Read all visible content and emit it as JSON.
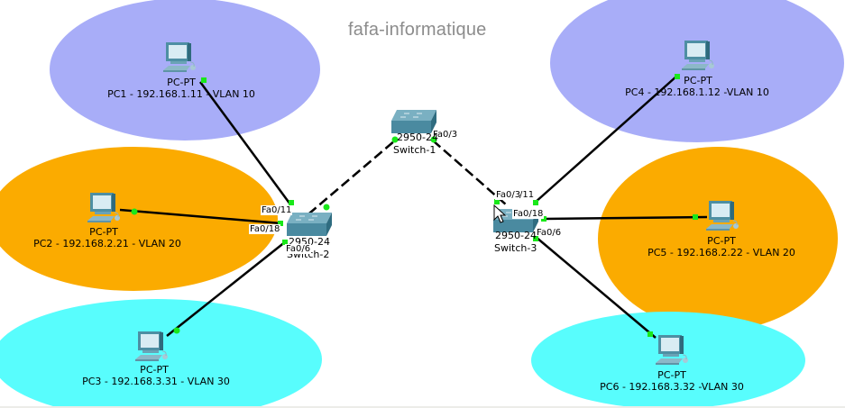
{
  "title": "fafa-informatique",
  "colors": {
    "vlan10": "#a8adf8",
    "vlan20": "#fbab00",
    "vlan30": "#58fdfd",
    "link": "#000000",
    "port_up": "#19e819"
  },
  "vlan_zones": [
    {
      "name": "VLAN 10 zone left",
      "vlan": "VLAN 10"
    },
    {
      "name": "VLAN 20 zone left",
      "vlan": "VLAN 20"
    },
    {
      "name": "VLAN 30 zone left",
      "vlan": "VLAN 30"
    },
    {
      "name": "VLAN 10 zone right",
      "vlan": "VLAN 10"
    },
    {
      "name": "VLAN 20 zone right",
      "vlan": "VLAN 20"
    },
    {
      "name": "VLAN 30 zone right",
      "vlan": "VLAN 30"
    }
  ],
  "pcs": [
    {
      "id": "PC1",
      "model": "PC-PT",
      "label": "PC1 - 192.168.1.11 - VLAN 10"
    },
    {
      "id": "PC2",
      "model": "PC-PT",
      "label": "PC2 - 192.168.2.21 - VLAN 20"
    },
    {
      "id": "PC3",
      "model": "PC-PT",
      "label": "PC3 - 192.168.3.31 - VLAN 30"
    },
    {
      "id": "PC4",
      "model": "PC-PT",
      "label": "PC4 - 192.168.1.12 -VLAN 10"
    },
    {
      "id": "PC5",
      "model": "PC-PT",
      "label": "PC5 - 192.168.2.22 - VLAN 20"
    },
    {
      "id": "PC6",
      "model": "PC-PT",
      "label": "PC6 - 192.168.3.32 -VLAN 30"
    }
  ],
  "switches": [
    {
      "id": "Switch-1",
      "model": "2950-24",
      "name": "Switch-1"
    },
    {
      "id": "Switch-2",
      "model": "2950-24",
      "name": "Switch-2"
    },
    {
      "id": "Switch-3",
      "model": "2950-24",
      "name": "Switch-3"
    }
  ],
  "ports": {
    "sw2_fa011": "Fa0/11",
    "sw2_fa018": "Fa0/18",
    "sw2_fa06": "Fa0/6",
    "sw1_fa03": "Fa0/3",
    "sw3_fa03": "Fa0/3",
    "sw3_fa011": "/11",
    "sw3_fa018": "Fa0/18",
    "sw3_fa06": "Fa0/6"
  },
  "links": [
    {
      "from": "PC1",
      "to": "Switch-2",
      "type": "straight"
    },
    {
      "from": "PC2",
      "to": "Switch-2",
      "type": "straight"
    },
    {
      "from": "PC3",
      "to": "Switch-2",
      "type": "straight"
    },
    {
      "from": "Switch-2",
      "to": "Switch-1",
      "type": "crossover"
    },
    {
      "from": "Switch-1",
      "to": "Switch-3",
      "type": "crossover"
    },
    {
      "from": "PC4",
      "to": "Switch-3",
      "type": "straight"
    },
    {
      "from": "PC5",
      "to": "Switch-3",
      "type": "straight"
    },
    {
      "from": "PC6",
      "to": "Switch-3",
      "type": "straight"
    }
  ]
}
